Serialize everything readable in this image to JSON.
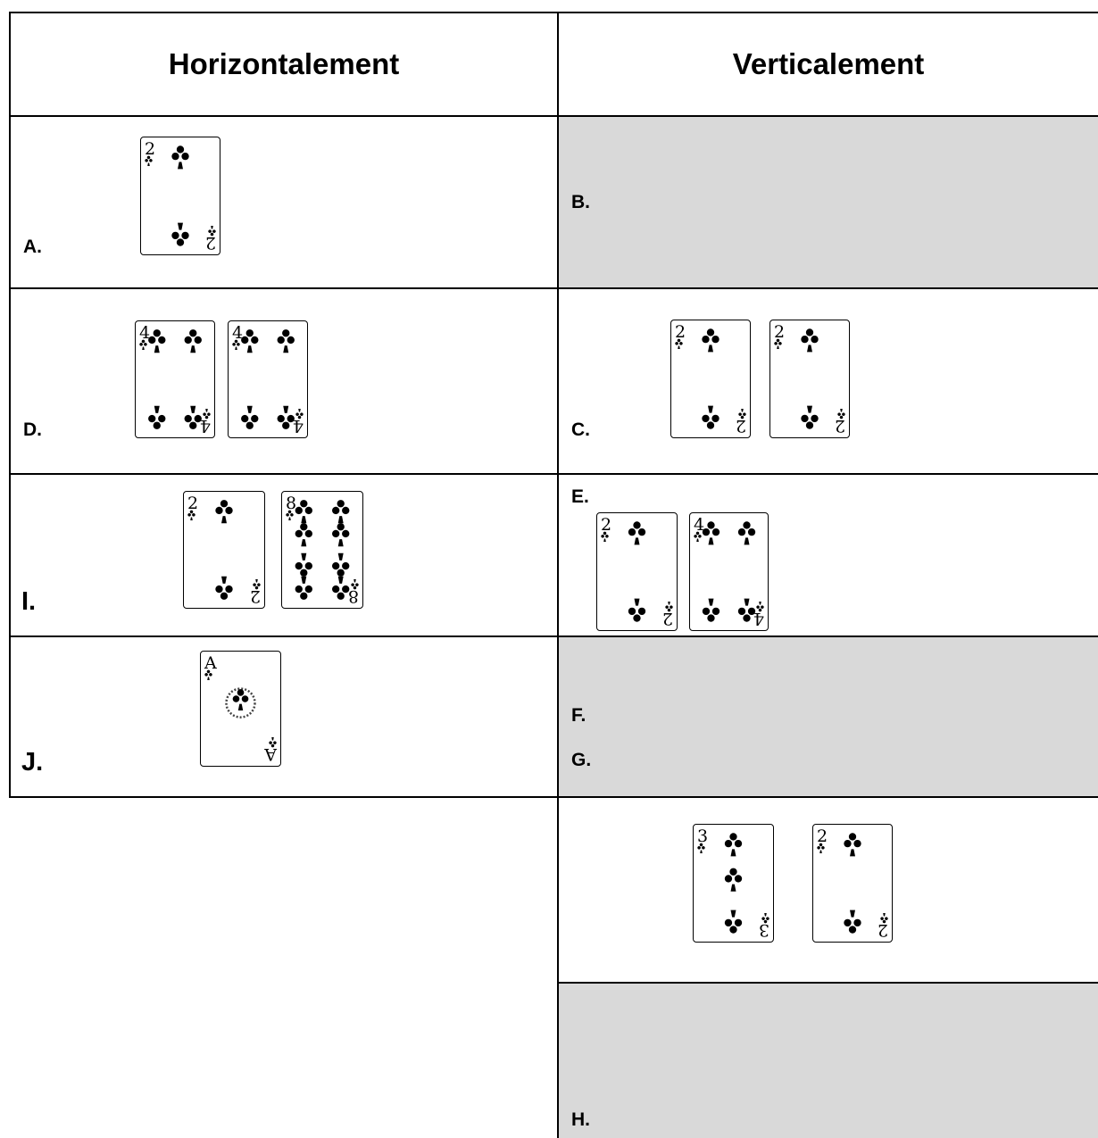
{
  "headers": {
    "left": "Horizontalement",
    "right": "Verticalement"
  },
  "labels": {
    "A": "A.",
    "B": "B.",
    "C": "C.",
    "D": "D.",
    "E": "E.",
    "F": "F.",
    "G": "G.",
    "H": "H.",
    "I": "I.",
    "J": "J."
  },
  "colors": {
    "border": "#000000",
    "shade": "#d9d9d9",
    "suit": "#000000"
  },
  "cards": {
    "A": [
      {
        "rank": "2",
        "suit": "club-icon"
      }
    ],
    "D": [
      {
        "rank": "4",
        "suit": "club-icon"
      },
      {
        "rank": "4",
        "suit": "club-icon"
      }
    ],
    "C": [
      {
        "rank": "2",
        "suit": "club-icon"
      },
      {
        "rank": "2",
        "suit": "club-icon"
      }
    ],
    "I": [
      {
        "rank": "2",
        "suit": "club-icon"
      },
      {
        "rank": "8",
        "suit": "club-icon"
      }
    ],
    "E": [
      {
        "rank": "2",
        "suit": "club-icon"
      },
      {
        "rank": "4",
        "suit": "club-icon"
      }
    ],
    "J": [
      {
        "rank": "A",
        "suit": "club-icon"
      }
    ],
    "G": [
      {
        "rank": "3",
        "suit": "club-icon"
      },
      {
        "rank": "2",
        "suit": "club-icon"
      }
    ]
  }
}
